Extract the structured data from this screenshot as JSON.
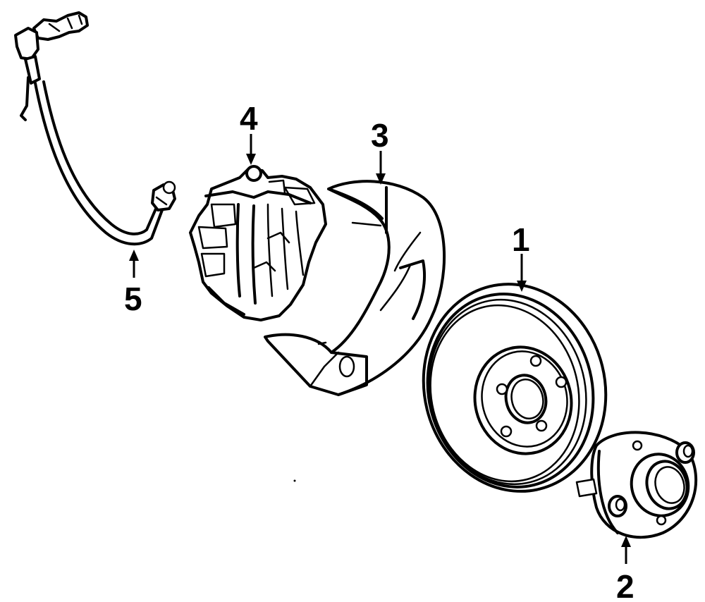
{
  "callouts": [
    {
      "id": "1",
      "label": "1",
      "part": "rotor"
    },
    {
      "id": "2",
      "label": "2",
      "part": "hub"
    },
    {
      "id": "3",
      "label": "3",
      "part": "splash-shield"
    },
    {
      "id": "4",
      "label": "4",
      "part": "caliper"
    },
    {
      "id": "5",
      "label": "5",
      "part": "brake-hose"
    }
  ],
  "colors": {
    "ink": "#000000",
    "paper": "#ffffff"
  }
}
